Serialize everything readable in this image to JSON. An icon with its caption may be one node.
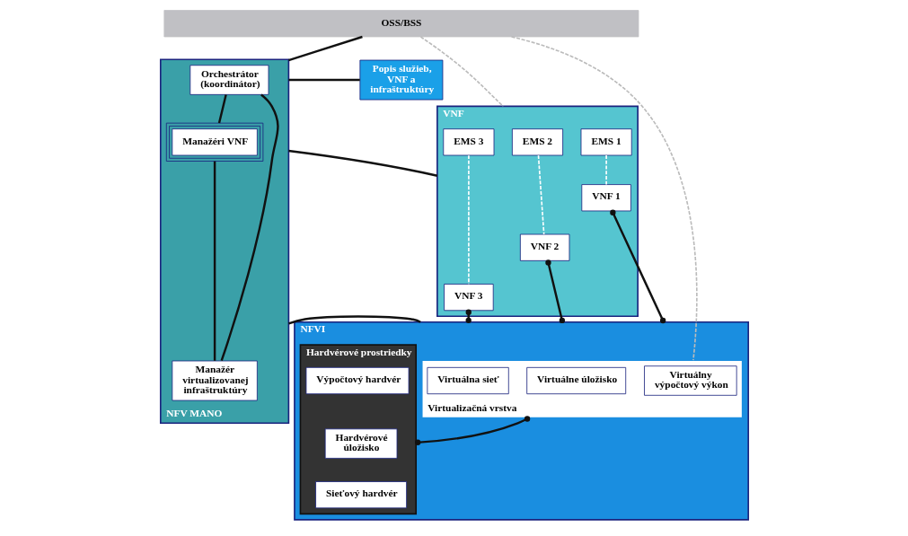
{
  "diagram": {
    "nodes": [
      {
        "text": [
          "OSS/BSS"
        ]
      },
      {
        "text": [
          "NFV MANO"
        ]
      },
      {
        "text": [
          "Orchestrátor (koordinátor)"
        ],
        "in": 1
      },
      {
        "text": [
          "Manažéri VNF"
        ],
        "in": 1
      },
      {
        "text": [
          "Manažér virtualizovanej infraštruktúry"
        ],
        "in": 1
      },
      {
        "text": [
          "Popis služieb, VNF a infraštruktúry"
        ]
      },
      {
        "text": [
          "VNF"
        ]
      },
      {
        "text": [
          "EMS 1"
        ],
        "in": 6
      },
      {
        "text": [
          "EMS 2"
        ],
        "in": 6
      },
      {
        "text": [
          "EMS 3"
        ],
        "in": 6
      },
      {
        "text": [
          "VNF 1"
        ],
        "in": 6
      },
      {
        "text": [
          "VNF 2"
        ],
        "in": 6
      },
      {
        "text": [
          "VNF 3"
        ],
        "in": 6
      },
      {
        "text": [
          "NFVI"
        ]
      },
      {
        "text": [
          "Virtualizačná vrstva"
        ],
        "in": 13
      },
      {
        "text": [
          "Virtuálny výpočtový výkon"
        ],
        "in": 14
      },
      {
        "text": [
          "Virtuálne úložisko"
        ],
        "in": 14
      },
      {
        "text": [
          "Virtuálna sieť"
        ],
        "in": 14
      },
      {
        "text": [
          "Hardvérové prostriedky"
        ],
        "in": 13
      },
      {
        "text": [
          "Výpočtový hardvér"
        ],
        "in": 18
      },
      {
        "text": [
          "Hardvérové úložisko"
        ],
        "in": 18
      },
      {
        "text": [
          "Sieťový hardvér"
        ],
        "in": 18
      }
    ],
    "edges": [
      {
        "from": 0,
        "to": 1,
        "arrow": "none"
      },
      {
        "from": 5,
        "to": 1,
        "arrow": "none"
      },
      {
        "from": 6,
        "to": 1,
        "arrow": "none"
      },
      {
        "from": 13,
        "to": 1,
        "arrow": "none"
      },
      {
        "from": 2,
        "to": 3,
        "arrow": "none"
      },
      {
        "from": 3,
        "to": 4,
        "arrow": "none"
      },
      {
        "from": 2,
        "to": 4,
        "arrow": "none"
      },
      {
        "from": 0,
        "to": 6,
        "arrow": "none",
        "style": "dashed",
        "color": "#bbbbbb"
      },
      {
        "from": 0,
        "to": 14,
        "arrow": "none",
        "style": "dashed",
        "color": "#bbbbbb"
      },
      {
        "from": 7,
        "to": 10,
        "arrow": "none",
        "style": "dashed",
        "color": "#ffffff"
      },
      {
        "from": 8,
        "to": 11,
        "arrow": "none",
        "style": "dashed",
        "color": "#ffffff"
      },
      {
        "from": 9,
        "to": 12,
        "arrow": "none",
        "style": "dashed",
        "color": "#ffffff"
      },
      {
        "from": 10,
        "to": 13,
        "arrow": "other"
      },
      {
        "from": 11,
        "to": 13,
        "arrow": "other"
      },
      {
        "from": 12,
        "to": 13,
        "arrow": "other"
      },
      {
        "from": 14,
        "to": 18,
        "arrow": "other"
      }
    ]
  }
}
